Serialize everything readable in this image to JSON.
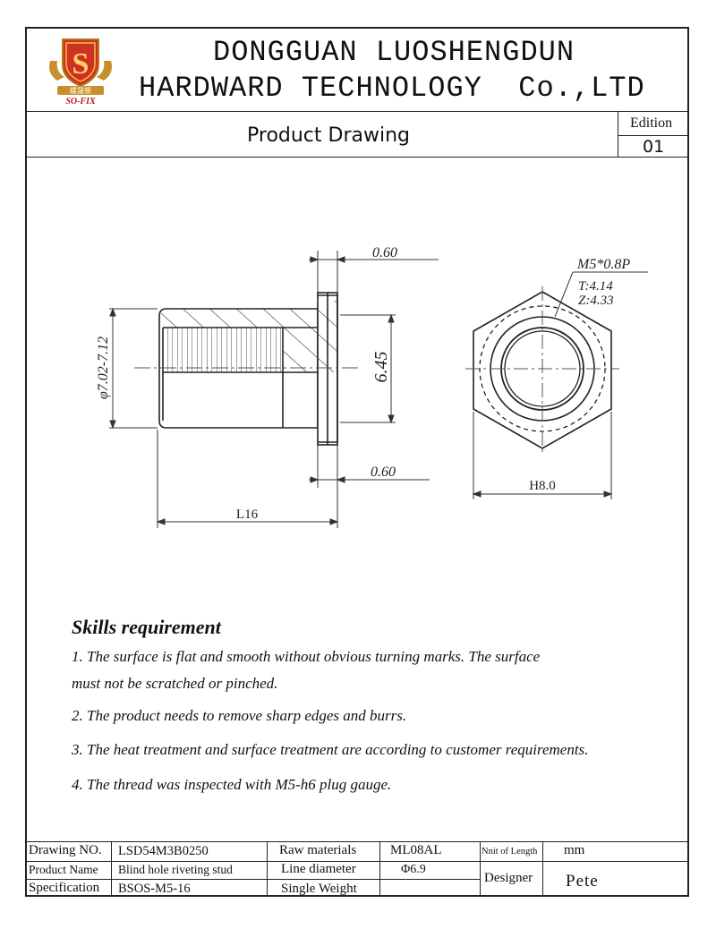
{
  "header": {
    "logo_letter": "S",
    "logo_cn": "螺晟顿",
    "logo_brand": "SO-FIX",
    "company_line1": "DONGGUAN LUOSHENGDUN",
    "company_line2": "HARDWARD TECHNOLOGY  Co.,LTD",
    "doc_title": "Product Drawing",
    "edition_label": "Edition",
    "edition_value": "01"
  },
  "drawing": {
    "dim_flange_top": "0.60",
    "dim_flange_bottom": "0.60",
    "dim_diameter": "φ7.02-7.12",
    "dim_height": "6.45",
    "dim_length": "L16",
    "thread_spec": "M5*0.8P",
    "thread_t": "T:4.14",
    "thread_z": "Z:4.33",
    "dim_hex": "H8.0"
  },
  "requirements": {
    "title": "Skills requirement",
    "item1a": "1. The surface is flat and smooth without obvious turning marks. The surface",
    "item1b": "must not be scratched or pinched.",
    "item2": "2. The product needs to remove sharp edges and burrs.",
    "item3": "3. The heat treatment and surface treatment are according to customer requirements.",
    "item4": "4. The thread was inspected with M5-h6 plug gauge."
  },
  "title_block": {
    "drawing_no_label": "Drawing NO.",
    "drawing_no_value": "LSD54M3B0250",
    "raw_materials_label": "Raw materials",
    "raw_materials_value": "ML08AL",
    "unit_label": "Nnit of Length",
    "unit_value": "mm",
    "product_name_label": "Product Name",
    "product_name_value": "Blind hole riveting stud",
    "line_diameter_label": "Line diameter",
    "line_diameter_value": "Φ6.9",
    "designer_label": "Designer",
    "designer_value": "Pete",
    "specification_label": "Specification",
    "specification_value": "BSOS-M5-16",
    "single_weight_label": "Single Weight",
    "single_weight_value": ""
  }
}
